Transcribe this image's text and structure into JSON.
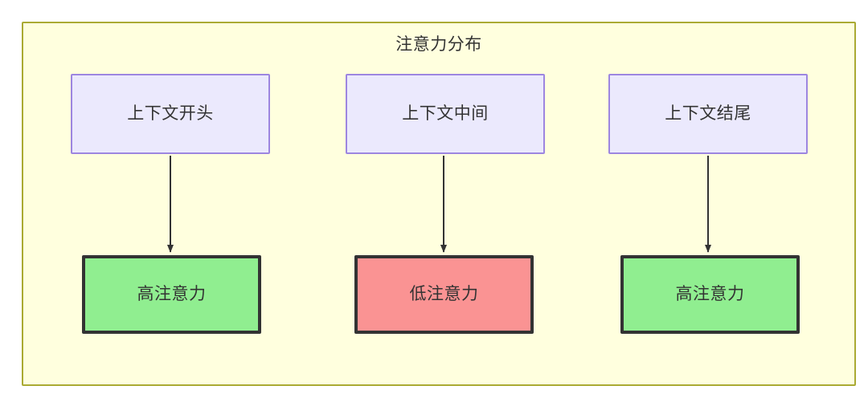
{
  "diagram": {
    "title": "注意力分布",
    "background_color": "#ffffde",
    "border_color": "#aaaa33",
    "edge_color": "#333333",
    "source_nodes": [
      {
        "id": "ctx-start",
        "label": "上下文开头",
        "fill": "#ebe9fd",
        "stroke": "#9d86e0"
      },
      {
        "id": "ctx-middle",
        "label": "上下文中间",
        "fill": "#ebe9fd",
        "stroke": "#9d86e0"
      },
      {
        "id": "ctx-end",
        "label": "上下文结尾",
        "fill": "#ebe9fd",
        "stroke": "#9d86e0"
      }
    ],
    "result_nodes": [
      {
        "id": "high-attention-left",
        "label": "高注意力",
        "fill": "#90ee90",
        "stroke": "#333333"
      },
      {
        "id": "low-attention-middle",
        "label": "低注意力",
        "fill": "#fa9393",
        "stroke": "#333333"
      },
      {
        "id": "high-attention-right",
        "label": "高注意力",
        "fill": "#90ee90",
        "stroke": "#333333"
      }
    ],
    "edges": [
      {
        "from": "ctx-start",
        "to": "high-attention-left",
        "label": ""
      },
      {
        "from": "ctx-middle",
        "to": "low-attention-middle",
        "label": ""
      },
      {
        "from": "ctx-end",
        "to": "high-attention-right",
        "label": ""
      }
    ]
  }
}
